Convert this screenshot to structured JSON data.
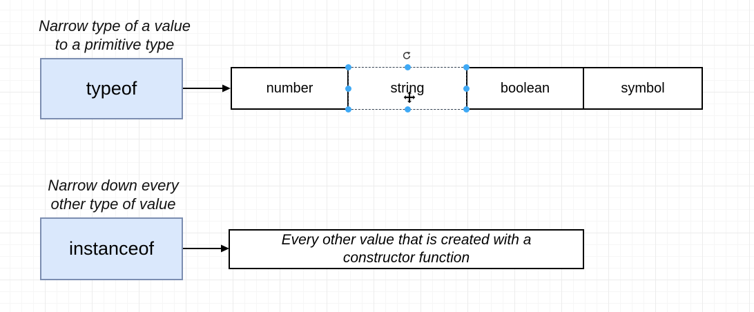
{
  "typeof_section": {
    "annotation": [
      "Narrow type of a value",
      "to a primitive type"
    ],
    "node_label": "typeof",
    "primitives": [
      "number",
      "string",
      "boolean",
      "symbol"
    ],
    "selected_primitive": "string"
  },
  "instanceof_section": {
    "annotation": [
      "Narrow down every",
      "other type of value"
    ],
    "node_label": "instanceof",
    "result": [
      "Every other value that is created with a",
      "constructor function"
    ]
  },
  "icons": {
    "rotate_handle": "rotate-icon",
    "move_cursor": "move-icon"
  },
  "colors": {
    "node_fill": "#dae8fc",
    "node_stroke": "#7b8db0",
    "box_stroke": "#000000",
    "selection_handle": "#3fa9f5",
    "selection_dash": "#2f3d4d",
    "grid_minor": "#f6f6f6",
    "grid_major": "#ececec",
    "background": "#ffffff"
  }
}
